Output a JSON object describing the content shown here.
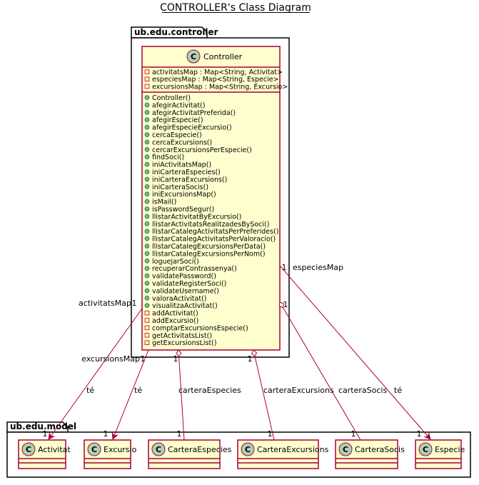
{
  "title": "CONTROLLER's Class Diagram",
  "colors": {
    "class_fill": "#FEFECE",
    "class_border": "#A80036",
    "circle_fill": "#ADD1B2",
    "edge": "#A80036",
    "package_border": "#000000"
  },
  "packages": {
    "controller": {
      "name": "ub.edu.controller"
    },
    "model": {
      "name": "ub.edu.model"
    }
  },
  "controller_class": {
    "name": "Controller",
    "stereotype_letter": "C",
    "attributes": [
      "activitatsMap : Map<String, Activitat>",
      "especiesMap : Map<String, Especie>",
      "excursionsMap : Map<String, Excursio>"
    ],
    "methods": [
      {
        "vis": "public",
        "name": "Controller()"
      },
      {
        "vis": "public",
        "name": "afegirActivitat()"
      },
      {
        "vis": "public",
        "name": "afegirActivitatPreferida()"
      },
      {
        "vis": "public",
        "name": "afegirEspecie()"
      },
      {
        "vis": "public",
        "name": "afegirEspecieExcursio()"
      },
      {
        "vis": "public",
        "name": "cercaEspecie()"
      },
      {
        "vis": "public",
        "name": "cercaExcursions()"
      },
      {
        "vis": "public",
        "name": "cercarExcursionsPerEspecie()"
      },
      {
        "vis": "public",
        "name": "findSoci()"
      },
      {
        "vis": "public",
        "name": "iniActivitatsMap()"
      },
      {
        "vis": "public",
        "name": "iniCarteraEspecies()"
      },
      {
        "vis": "public",
        "name": "iniCarteraExcursions()"
      },
      {
        "vis": "public",
        "name": "iniCarteraSocis()"
      },
      {
        "vis": "public",
        "name": "iniExcursionsMap()"
      },
      {
        "vis": "public",
        "name": "isMail()"
      },
      {
        "vis": "public",
        "name": "isPasswordSegur()"
      },
      {
        "vis": "public",
        "name": "llistarActivitatByExcursio()"
      },
      {
        "vis": "public",
        "name": "llistarActivitatsRealitzadesBySoci()"
      },
      {
        "vis": "public",
        "name": "llistarCatalegActivitatsPerPreferides()"
      },
      {
        "vis": "public",
        "name": "llistarCatalegActivitatsPerValoracio()"
      },
      {
        "vis": "public",
        "name": "llistarCatalegExcursionsPerData()"
      },
      {
        "vis": "public",
        "name": "llistarCatalegExcursionsPerNom()"
      },
      {
        "vis": "public",
        "name": "loguejarSoci()"
      },
      {
        "vis": "public",
        "name": "recuperarContrassenya()"
      },
      {
        "vis": "public",
        "name": "validatePassword()"
      },
      {
        "vis": "public",
        "name": "validateRegisterSoci()"
      },
      {
        "vis": "public",
        "name": "validateUsername()"
      },
      {
        "vis": "public",
        "name": "valoraActivitat()"
      },
      {
        "vis": "public",
        "name": "visualitzaActivitat()"
      },
      {
        "vis": "private",
        "name": "addActivitat()"
      },
      {
        "vis": "private",
        "name": "addExcursio()"
      },
      {
        "vis": "private",
        "name": "comptarExcursionsEspecie()"
      },
      {
        "vis": "private",
        "name": "getActivitatsList()"
      },
      {
        "vis": "private",
        "name": "getExcursionsList()"
      }
    ]
  },
  "model_classes": [
    {
      "id": "activitat",
      "name": "Activitat",
      "letter": "C"
    },
    {
      "id": "excursio",
      "name": "Excursio",
      "letter": "C"
    },
    {
      "id": "carteraEspecies",
      "name": "CarteraEspecies",
      "letter": "C"
    },
    {
      "id": "carteraExcursions",
      "name": "CarteraExcursions",
      "letter": "C"
    },
    {
      "id": "carteraSocis",
      "name": "CarteraSocis",
      "letter": "C"
    },
    {
      "id": "especie",
      "name": "Especie",
      "letter": "C"
    }
  ],
  "relations": [
    {
      "id": "activitats",
      "role": "activitatsMap",
      "source_mult": "1",
      "label": "té",
      "target_mult": "1",
      "kind": "arrow"
    },
    {
      "id": "excursions",
      "role": "excursionsMap",
      "source_mult": "1",
      "label": "té",
      "target_mult": "1",
      "kind": "arrow"
    },
    {
      "id": "carteraEspecies",
      "role": "",
      "source_mult": "1",
      "label": "carteraEspecies",
      "target_mult": "1",
      "kind": "aggregation"
    },
    {
      "id": "carteraExcursions",
      "role": "",
      "source_mult": "1",
      "label": "carteraExcursions",
      "target_mult": "1",
      "kind": "aggregation"
    },
    {
      "id": "carteraSocis",
      "role": "",
      "source_mult": "1",
      "label": "carteraSocis",
      "target_mult": "1",
      "kind": "aggregation"
    },
    {
      "id": "especies",
      "role": "especiesMap",
      "source_mult": "1",
      "label": "té",
      "target_mult": "1",
      "kind": "arrow"
    }
  ]
}
